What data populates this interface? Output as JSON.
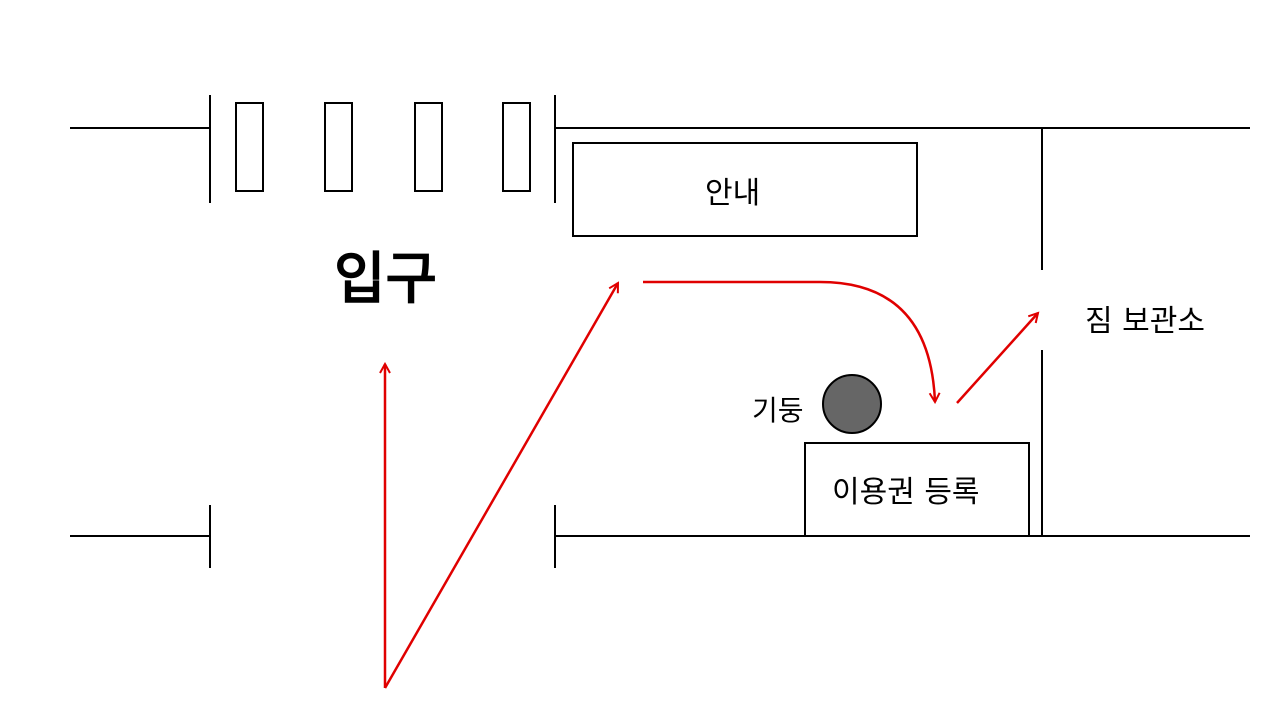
{
  "labels": {
    "entrance": "입구",
    "info": "안내",
    "storage": "짐 보관소",
    "pillar": "기둥",
    "registration": "이용권 등록"
  },
  "colors": {
    "line": "#000000",
    "arrow": "#e00000",
    "pillar_fill": "#666666"
  }
}
